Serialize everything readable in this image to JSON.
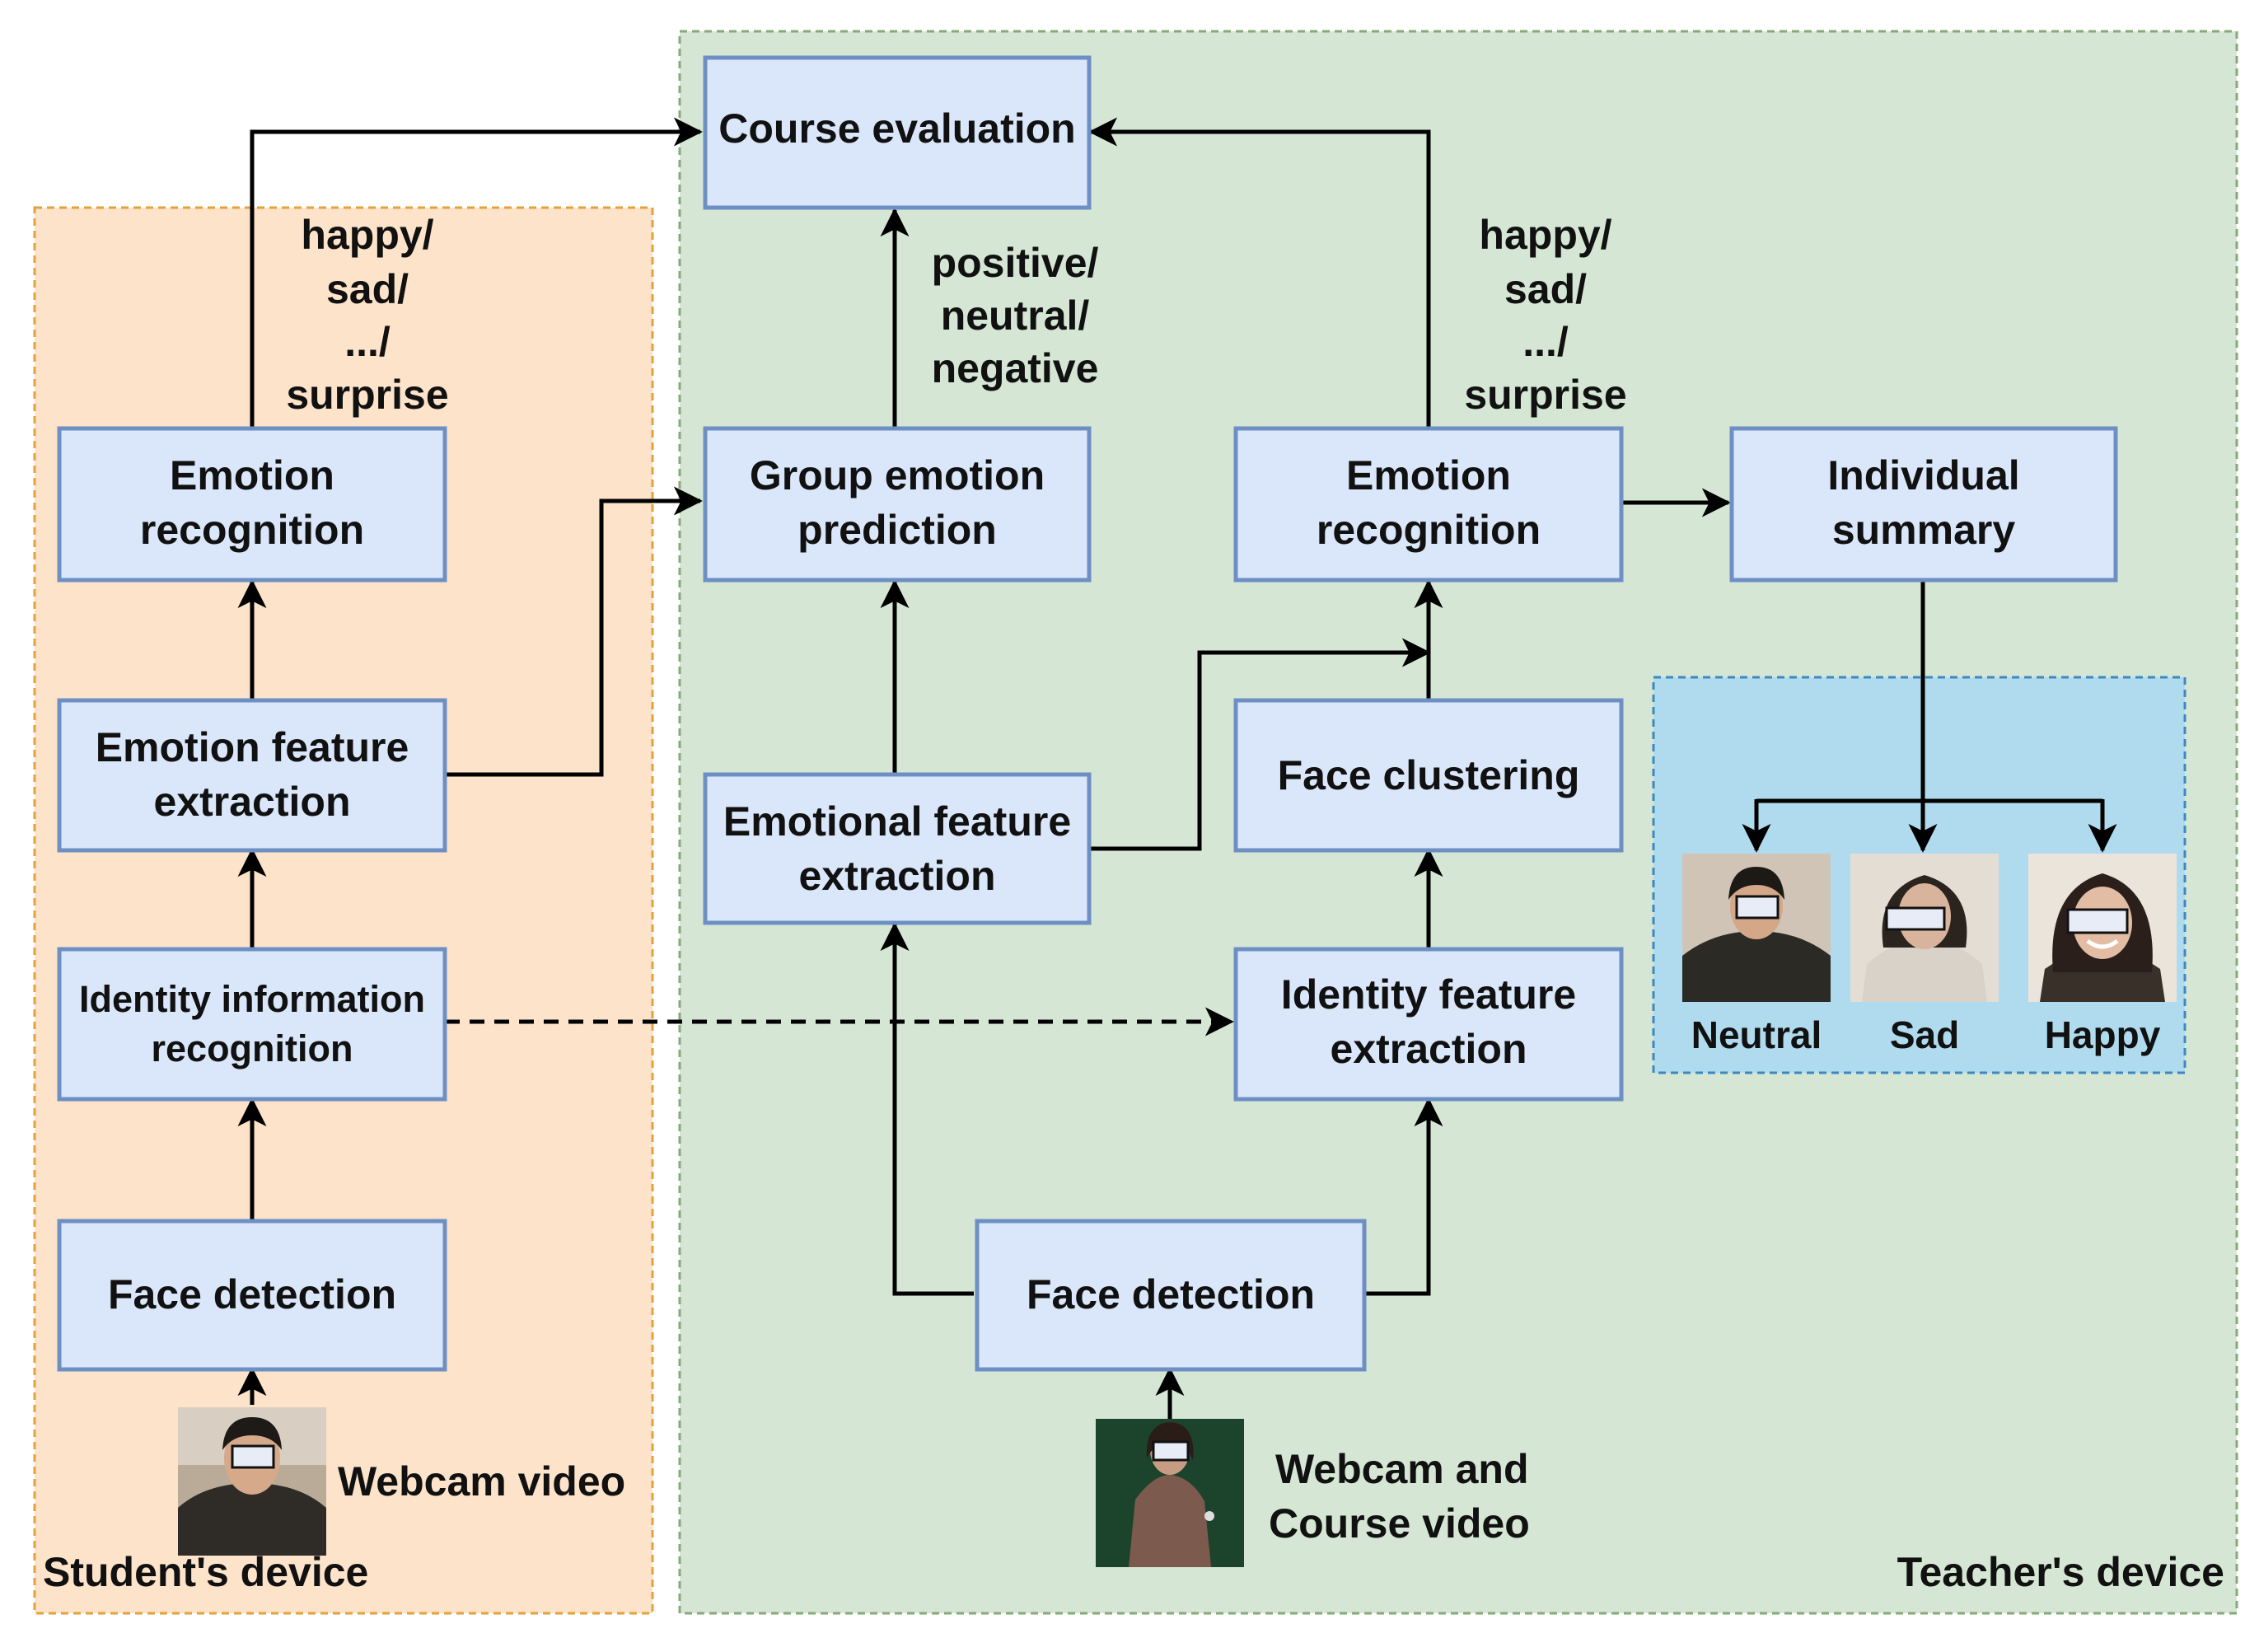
{
  "regions": {
    "student": {
      "label": "Student's device"
    },
    "teacher": {
      "label": "Teacher's device"
    }
  },
  "nodes": {
    "course_eval": {
      "lines": [
        "Course evaluation"
      ]
    },
    "s_emotion_rec": {
      "lines": [
        "Emotion",
        "recognition"
      ]
    },
    "s_emotion_feat": {
      "lines": [
        "Emotion feature",
        "extraction"
      ]
    },
    "s_identity_info": {
      "lines": [
        "Identity information",
        "recognition"
      ]
    },
    "s_face_det": {
      "lines": [
        "Face detection"
      ]
    },
    "group_emotion": {
      "lines": [
        "Group emotion",
        "prediction"
      ]
    },
    "emotional_feat": {
      "lines": [
        "Emotional feature",
        "extraction"
      ]
    },
    "t_emotion_rec": {
      "lines": [
        "Emotion",
        "recognition"
      ]
    },
    "face_clustering": {
      "lines": [
        "Face clustering"
      ]
    },
    "identity_feat": {
      "lines": [
        "Identity feature",
        "extraction"
      ]
    },
    "t_face_det": {
      "lines": [
        "Face detection"
      ]
    },
    "individual_summary": {
      "lines": [
        "Individual",
        "summary"
      ]
    }
  },
  "edge_labels": {
    "student_emotions": [
      "happy/",
      "sad/",
      ".../",
      "surprise"
    ],
    "group_valence": [
      "positive/",
      "neutral/",
      "negative"
    ],
    "teacher_emotions": [
      "happy/",
      "sad/",
      ".../",
      "surprise"
    ]
  },
  "sources": {
    "student_video": {
      "lines": [
        "Webcam video"
      ]
    },
    "teacher_video": {
      "lines": [
        "Webcam and",
        "Course video"
      ]
    }
  },
  "summary_faces": [
    {
      "label": "Neutral"
    },
    {
      "label": "Sad"
    },
    {
      "label": "Happy"
    }
  ],
  "colors": {
    "student_fill": "#FDE3CA",
    "student_border": "#E3A23A",
    "teacher_fill": "#D5E7D4",
    "teacher_border": "#87A979",
    "summary_fill": "#B0DBEE",
    "summary_border": "#3E88BF",
    "node_fill": "#DAE7FA",
    "node_border": "#6D8FC4"
  }
}
